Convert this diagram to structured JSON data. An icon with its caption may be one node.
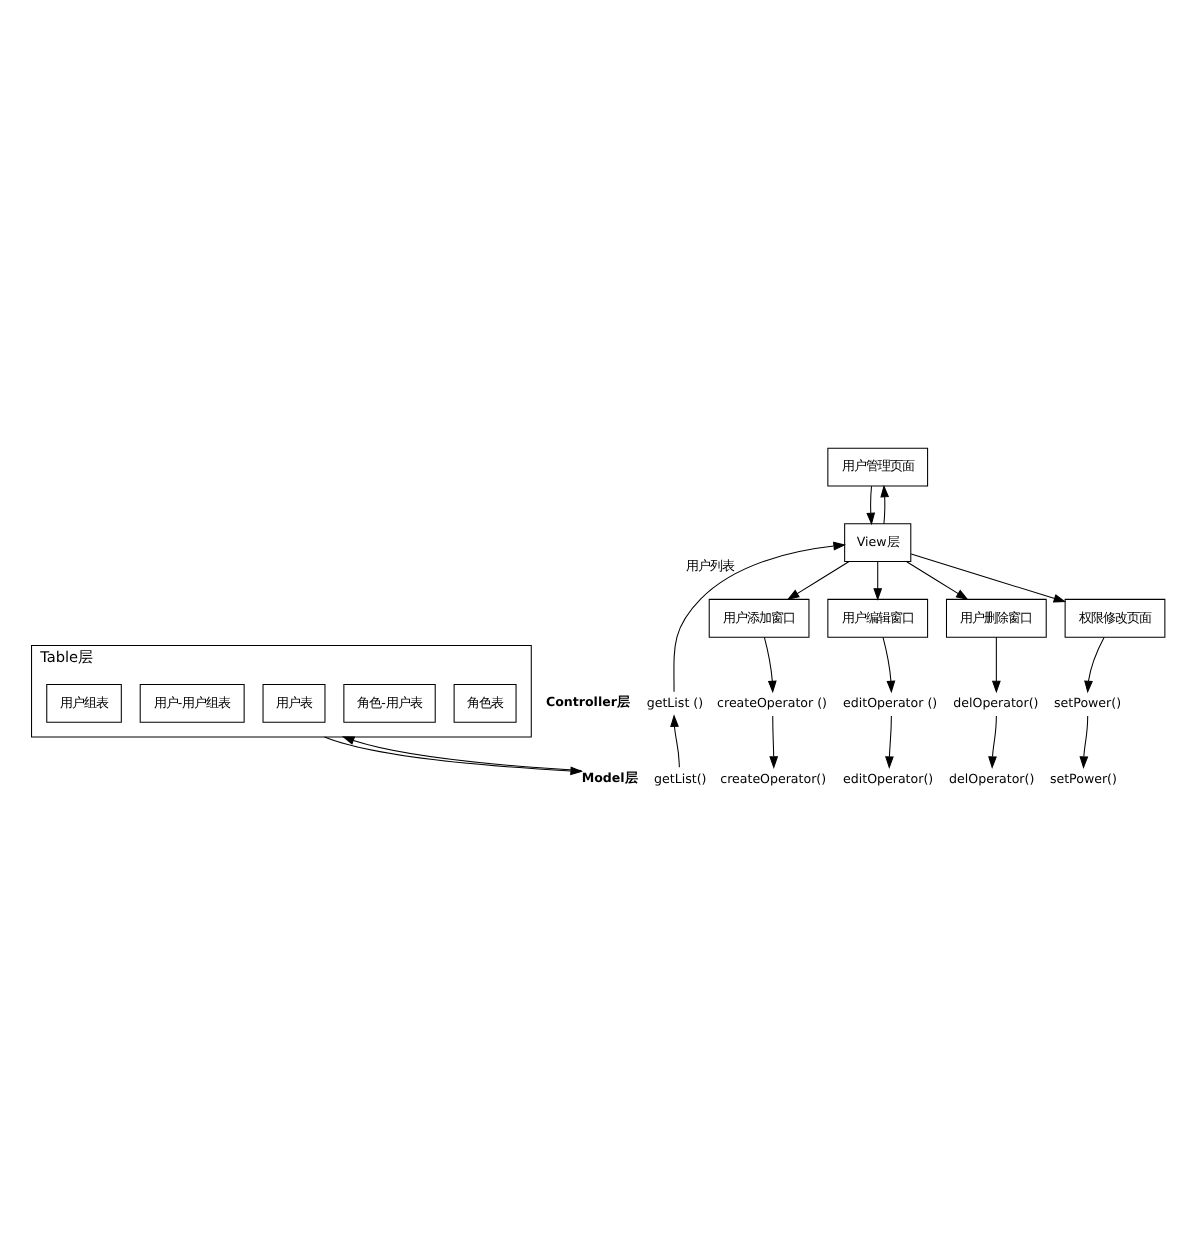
{
  "diagram": {
    "nodes": [
      {
        "text": [
          "用户管理页面"
        ]
      },
      {
        "text": [
          "View层"
        ]
      },
      {
        "text": [
          "用户添加窗口"
        ]
      },
      {
        "text": [
          "用户编辑窗口"
        ]
      },
      {
        "text": [
          "用户删除窗口"
        ]
      },
      {
        "text": [
          "权限修改页面"
        ]
      },
      {
        "text": [
          "Controller层",
          "getList ()",
          "createOperator ()",
          "editOperator ()",
          "delOperator()",
          "setPower()"
        ]
      },
      {
        "text": [
          "Model层",
          "getList()",
          "createOperator()",
          "editOperator()",
          "delOperator()",
          "setPower()"
        ]
      },
      {
        "text": [
          "Table层"
        ]
      },
      {
        "text": [
          "角色表"
        ],
        "in": 8
      },
      {
        "text": [
          "角色-用户表"
        ],
        "in": 8
      },
      {
        "text": [
          "用户表"
        ],
        "in": 8
      },
      {
        "text": [
          "用户-用户组表"
        ],
        "in": 8
      },
      {
        "text": [
          "用户组表"
        ],
        "in": 8
      }
    ],
    "edges": [
      {
        "from": 0,
        "to": 1,
        "arrow": "to"
      },
      {
        "from": 1,
        "to": 0,
        "arrow": "to"
      },
      {
        "from": 1,
        "to": 2,
        "arrow": "to"
      },
      {
        "from": 1,
        "to": 3,
        "arrow": "to"
      },
      {
        "from": 1,
        "to": 4,
        "arrow": "to"
      },
      {
        "from": 1,
        "to": 5,
        "arrow": "to"
      },
      {
        "from": 6,
        "to": 1,
        "arrow": "to",
        "label": "用户列表"
      },
      {
        "from": 2,
        "to": 6,
        "arrow": "to"
      },
      {
        "from": 3,
        "to": 6,
        "arrow": "to"
      },
      {
        "from": 4,
        "to": 6,
        "arrow": "to"
      },
      {
        "from": 5,
        "to": 6,
        "arrow": "to"
      },
      {
        "from": 7,
        "to": 6,
        "arrow": "to"
      },
      {
        "from": 6,
        "to": 7,
        "arrow": "to"
      },
      {
        "from": 6,
        "to": 7,
        "arrow": "to"
      },
      {
        "from": 6,
        "to": 7,
        "arrow": "to"
      },
      {
        "from": 6,
        "to": 7,
        "arrow": "to"
      },
      {
        "from": 7,
        "to": 8,
        "arrow": "to"
      },
      {
        "from": 8,
        "to": 7,
        "arrow": "to"
      }
    ]
  }
}
